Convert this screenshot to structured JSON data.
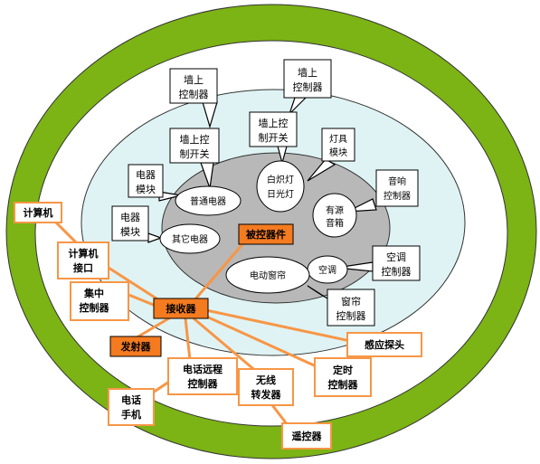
{
  "colors": {
    "ring_green": "#7cb315",
    "outer_white": "#ffffff",
    "light_blue": "#dff3f4",
    "gray_core": "#b8b8b8",
    "orange_box": "#f47b20",
    "orange_line": "#f79646",
    "outline": "#000000"
  },
  "nodes": {
    "controlled_device": "被控器件",
    "receiver": "接收器",
    "transmitter": "发射器",
    "computer": "计算机",
    "computer_interface": [
      "计算机",
      "接口"
    ],
    "central_controller": [
      "集中",
      "控制器"
    ],
    "phone": [
      "电话",
      "手机"
    ],
    "phone_remote_controller": [
      "电话远程",
      "控制器"
    ],
    "wireless_repeater": [
      "无线",
      "转发器"
    ],
    "remote": "遥控器",
    "timer_controller": [
      "定时",
      "控制器"
    ],
    "sensor_probe": "感应探头",
    "wall_controller_1": [
      "墙上",
      "控制器"
    ],
    "wall_controller_2": [
      "墙上",
      "控制器"
    ],
    "wall_switch_1": [
      "墙上控",
      "制开关"
    ],
    "wall_switch_2": [
      "墙上控",
      "制开关"
    ],
    "appliance_module_1": [
      "电器",
      "模块"
    ],
    "appliance_module_2": [
      "电器",
      "模块"
    ],
    "light_module": [
      "灯具",
      "模块"
    ],
    "audio_controller": [
      "音响",
      "控制器"
    ],
    "ac_controller": [
      "空调",
      "控制器"
    ],
    "curtain_controller": [
      "窗帘",
      "控制器"
    ]
  },
  "bubbles": {
    "ordinary_appliance": "普通电器",
    "other_appliance": "其它电器",
    "incandescent": [
      "白炽灯",
      "日光灯"
    ],
    "audio_source": [
      "有源",
      "音箱"
    ],
    "ac": "空调",
    "curtain": "电动窗帘"
  }
}
